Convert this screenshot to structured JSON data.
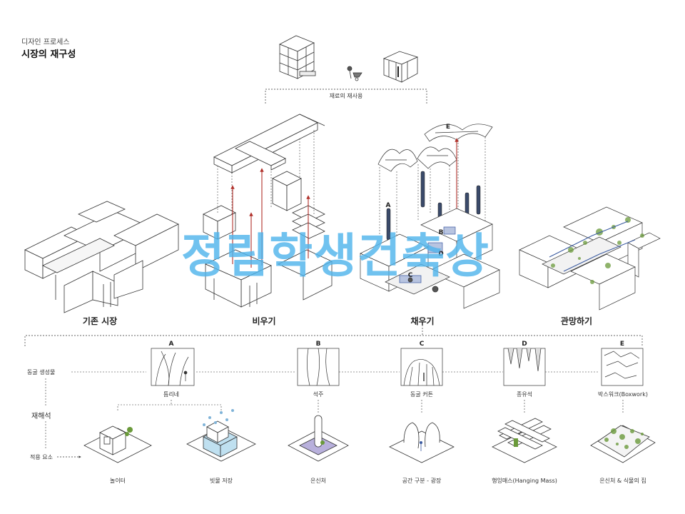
{
  "header": {
    "subtitle": "디자인 프로세스",
    "title": "시장의 재구성"
  },
  "reuse_label": "재료의 재사용",
  "stages": [
    {
      "label": "기존 시장"
    },
    {
      "label": "비우기"
    },
    {
      "label": "채우기"
    },
    {
      "label": "관망하기"
    }
  ],
  "fill_markers": [
    "A",
    "B",
    "C",
    "D",
    "E"
  ],
  "row_labels": {
    "cave_formations": "동굴 생성물",
    "reinterpretation": "재해석",
    "applied_elements": "적용 요소"
  },
  "formations": [
    {
      "letter": "A",
      "name": "틈리네"
    },
    {
      "letter": "B",
      "name": "석주"
    },
    {
      "letter": "C",
      "name": "동굴 커튼"
    },
    {
      "letter": "D",
      "name": "종유석"
    },
    {
      "letter": "E",
      "name": "박스워크(Boxwork)"
    }
  ],
  "applied": [
    {
      "name": "놀이터"
    },
    {
      "name": "빗물 저장"
    },
    {
      "name": "은신처"
    },
    {
      "name": "공간 구분 - 광장"
    },
    {
      "name": "행잉매스(Hanging Mass)"
    },
    {
      "name": "은신처 & 식물의 집"
    }
  ],
  "watermark": "정림학생건축상",
  "colors": {
    "line": "#333333",
    "arrow": "#b0302a",
    "accent_blue": "#3a5aa0",
    "green": "#6a9a3a",
    "watermark": "#50b4eb",
    "purple": "#b8b0dc",
    "water": "#7fb3d8"
  }
}
